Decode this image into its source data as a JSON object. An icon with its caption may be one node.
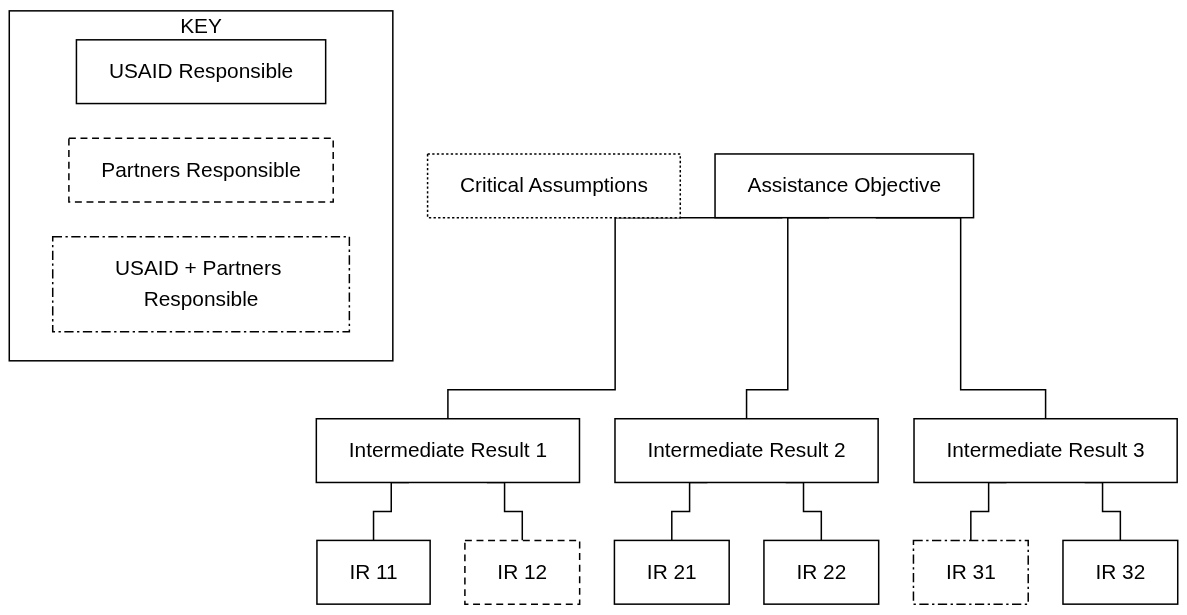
{
  "diagram": {
    "nodes": [
      {
        "text": [
          "Critical Assumptions"
        ]
      },
      {
        "text": [
          "Assistance Objective"
        ]
      },
      {
        "text": [
          "Intermediate Result 1"
        ]
      },
      {
        "text": [
          "Intermediate Result 2"
        ]
      },
      {
        "text": [
          "Intermediate Result 3"
        ]
      },
      {
        "text": [
          "IR 11"
        ]
      },
      {
        "text": [
          "IR 12"
        ]
      },
      {
        "text": [
          "IR 21"
        ]
      },
      {
        "text": [
          "IR 22"
        ]
      },
      {
        "text": [
          "IR 31"
        ]
      },
      {
        "text": [
          "IR 32"
        ]
      },
      {
        "text": [
          "KEY"
        ]
      },
      {
        "text": [
          "USAID Responsible"
        ],
        "in": 11
      },
      {
        "text": [
          "Partners Responsible"
        ],
        "in": 11
      },
      {
        "text": [
          "USAID + Partners Responsible"
        ],
        "in": 11
      }
    ],
    "edges": [
      {
        "from": 1,
        "to": 2,
        "arrow": "none"
      },
      {
        "from": 1,
        "to": 3,
        "arrow": "none"
      },
      {
        "from": 1,
        "to": 4,
        "arrow": "none"
      },
      {
        "from": 2,
        "to": 5,
        "arrow": "none"
      },
      {
        "from": 2,
        "to": 6,
        "arrow": "none"
      },
      {
        "from": 3,
        "to": 7,
        "arrow": "none"
      },
      {
        "from": 3,
        "to": 8,
        "arrow": "none"
      },
      {
        "from": 4,
        "to": 9,
        "arrow": "none"
      },
      {
        "from": 4,
        "to": 10,
        "arrow": "none"
      }
    ]
  }
}
